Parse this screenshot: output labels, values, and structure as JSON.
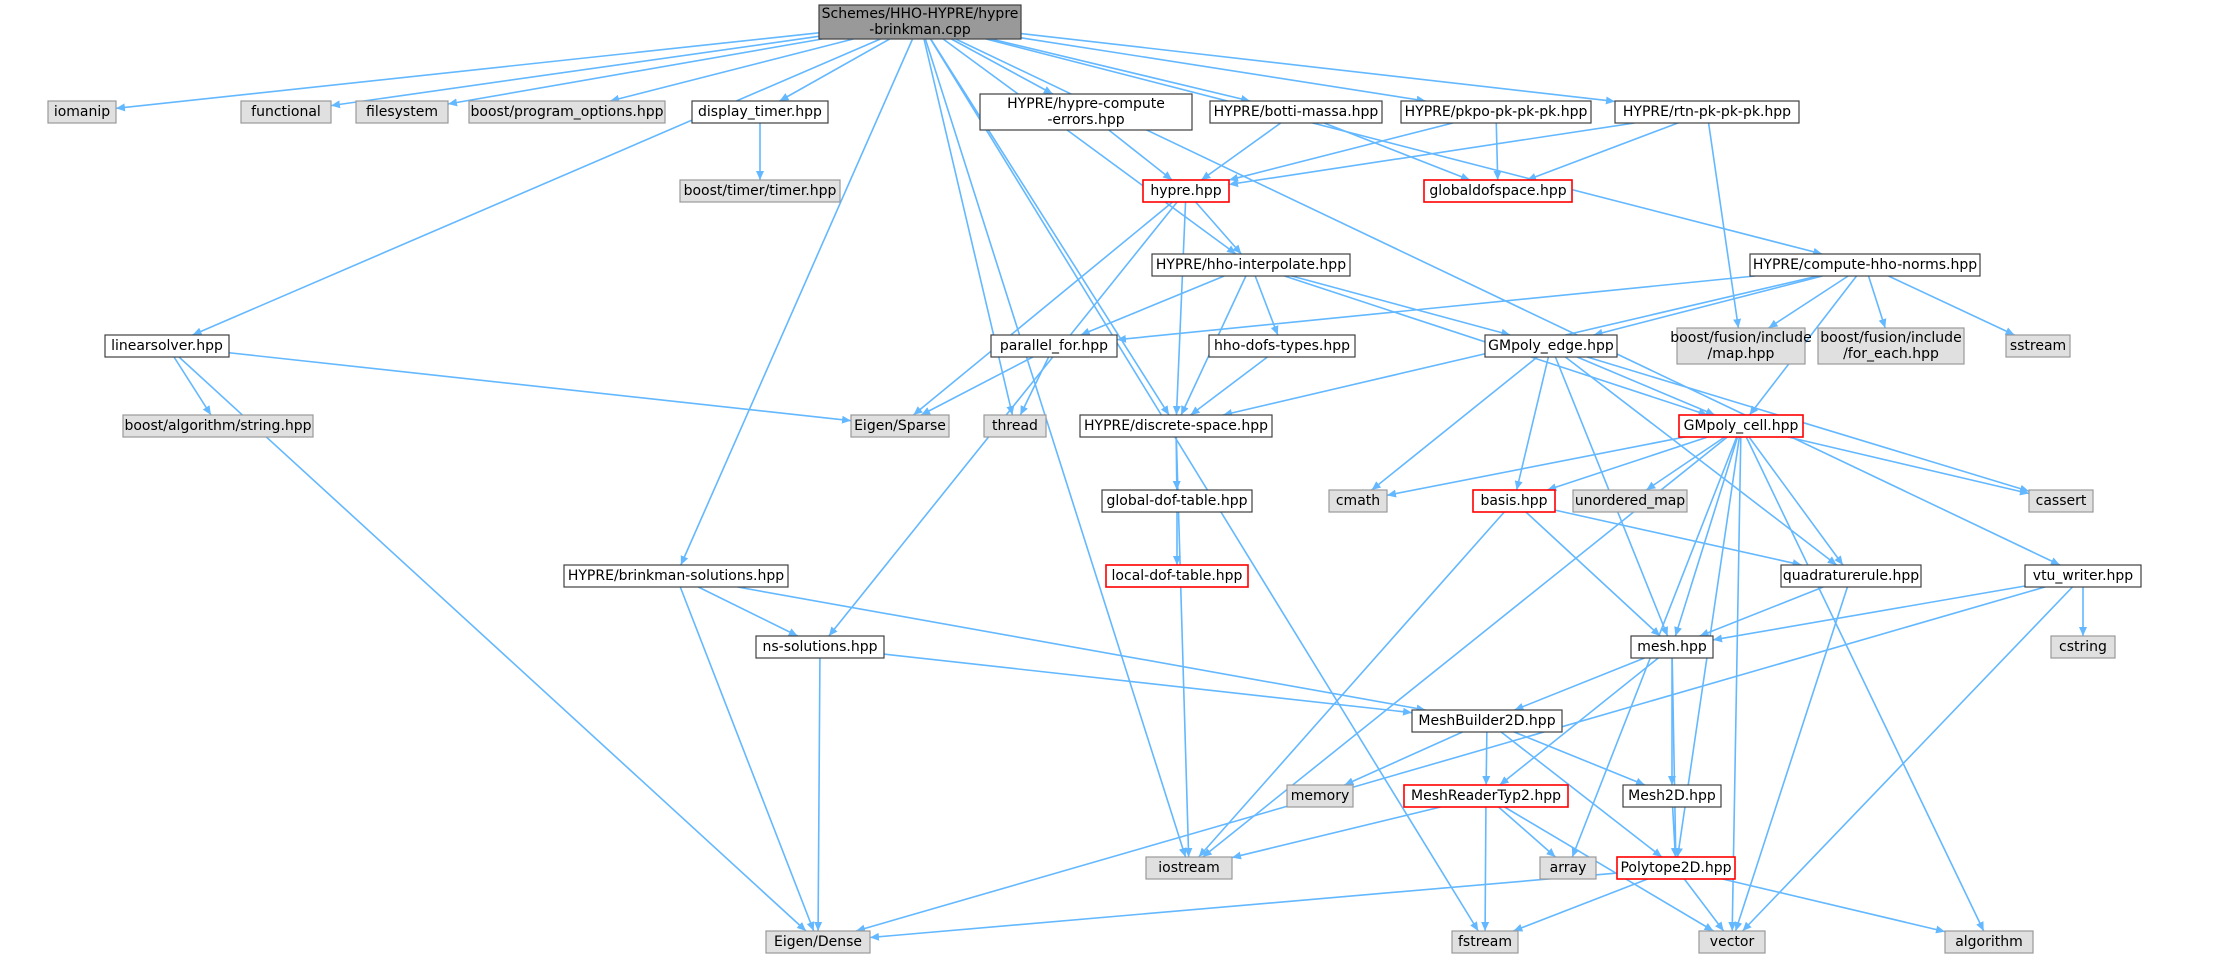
{
  "colors": {
    "edge": "#63b8ff",
    "root_fill": "#999999",
    "system_fill": "#e0e0e0",
    "system_stroke": "#999999",
    "local_stroke": "#404040",
    "trunc_stroke": "#ff0000"
  },
  "nodes": [
    {
      "id": "root",
      "lines": [
        "Schemes/HHO-HYPRE/hypre",
        "-brinkman.cpp"
      ],
      "kind": "root"
    },
    {
      "id": "iomanip",
      "lines": [
        "iomanip"
      ],
      "kind": "system"
    },
    {
      "id": "functional",
      "lines": [
        "functional"
      ],
      "kind": "system"
    },
    {
      "id": "filesystem",
      "lines": [
        "filesystem"
      ],
      "kind": "system"
    },
    {
      "id": "program_options",
      "lines": [
        "boost/program_options.hpp"
      ],
      "kind": "system"
    },
    {
      "id": "display_timer",
      "lines": [
        "display_timer.hpp"
      ],
      "kind": "local"
    },
    {
      "id": "compute_errors",
      "lines": [
        "HYPRE/hypre-compute",
        "-errors.hpp"
      ],
      "kind": "local"
    },
    {
      "id": "botti",
      "lines": [
        "HYPRE/botti-massa.hpp"
      ],
      "kind": "local"
    },
    {
      "id": "pkpo",
      "lines": [
        "HYPRE/pkpo-pk-pk-pk.hpp"
      ],
      "kind": "local"
    },
    {
      "id": "rtn",
      "lines": [
        "HYPRE/rtn-pk-pk-pk.hpp"
      ],
      "kind": "local"
    },
    {
      "id": "boost_timer",
      "lines": [
        "boost/timer/timer.hpp"
      ],
      "kind": "system"
    },
    {
      "id": "hypre",
      "lines": [
        "hypre.hpp"
      ],
      "kind": "trunc"
    },
    {
      "id": "globaldofspace",
      "lines": [
        "globaldofspace.hpp"
      ],
      "kind": "trunc"
    },
    {
      "id": "hho_interp",
      "lines": [
        "HYPRE/hho-interpolate.hpp"
      ],
      "kind": "local"
    },
    {
      "id": "compute_norms",
      "lines": [
        "HYPRE/compute-hho-norms.hpp"
      ],
      "kind": "local"
    },
    {
      "id": "linearsolver",
      "lines": [
        "linearsolver.hpp"
      ],
      "kind": "local"
    },
    {
      "id": "parallel_for",
      "lines": [
        "parallel_for.hpp"
      ],
      "kind": "local"
    },
    {
      "id": "hho_dofs_types",
      "lines": [
        "hho-dofs-types.hpp"
      ],
      "kind": "local"
    },
    {
      "id": "gmpoly_edge",
      "lines": [
        "GMpoly_edge.hpp"
      ],
      "kind": "local"
    },
    {
      "id": "fusion_map",
      "lines": [
        "boost/fusion/include",
        "/map.hpp"
      ],
      "kind": "system"
    },
    {
      "id": "fusion_foreach",
      "lines": [
        "boost/fusion/include",
        "/for_each.hpp"
      ],
      "kind": "system"
    },
    {
      "id": "sstream",
      "lines": [
        "sstream"
      ],
      "kind": "system"
    },
    {
      "id": "boost_string",
      "lines": [
        "boost/algorithm/string.hpp"
      ],
      "kind": "system"
    },
    {
      "id": "eigen_sparse",
      "lines": [
        "Eigen/Sparse"
      ],
      "kind": "system"
    },
    {
      "id": "thread",
      "lines": [
        "thread"
      ],
      "kind": "system"
    },
    {
      "id": "discrete_space",
      "lines": [
        "HYPRE/discrete-space.hpp"
      ],
      "kind": "local"
    },
    {
      "id": "gmpoly_cell",
      "lines": [
        "GMpoly_cell.hpp"
      ],
      "kind": "trunc"
    },
    {
      "id": "cmath",
      "lines": [
        "cmath"
      ],
      "kind": "system"
    },
    {
      "id": "basis",
      "lines": [
        "basis.hpp"
      ],
      "kind": "trunc"
    },
    {
      "id": "unordered_map",
      "lines": [
        "unordered_map"
      ],
      "kind": "system"
    },
    {
      "id": "cassert",
      "lines": [
        "cassert"
      ],
      "kind": "system"
    },
    {
      "id": "global_dof_table",
      "lines": [
        "global-dof-table.hpp"
      ],
      "kind": "local"
    },
    {
      "id": "local_dof_table",
      "lines": [
        "local-dof-table.hpp"
      ],
      "kind": "trunc"
    },
    {
      "id": "brinkman_solutions",
      "lines": [
        "HYPRE/brinkman-solutions.hpp"
      ],
      "kind": "local"
    },
    {
      "id": "quadraturerule",
      "lines": [
        "quadraturerule.hpp"
      ],
      "kind": "local"
    },
    {
      "id": "vtu_writer",
      "lines": [
        "vtu_writer.hpp"
      ],
      "kind": "local"
    },
    {
      "id": "ns_solutions",
      "lines": [
        "ns-solutions.hpp"
      ],
      "kind": "local"
    },
    {
      "id": "mesh",
      "lines": [
        "mesh.hpp"
      ],
      "kind": "local"
    },
    {
      "id": "cstring",
      "lines": [
        "cstring"
      ],
      "kind": "system"
    },
    {
      "id": "meshbuilder",
      "lines": [
        "MeshBuilder2D.hpp"
      ],
      "kind": "local"
    },
    {
      "id": "memory",
      "lines": [
        "memory"
      ],
      "kind": "system"
    },
    {
      "id": "meshreader",
      "lines": [
        "MeshReaderTyp2.hpp"
      ],
      "kind": "trunc"
    },
    {
      "id": "mesh2d",
      "lines": [
        "Mesh2D.hpp"
      ],
      "kind": "local"
    },
    {
      "id": "iostream",
      "lines": [
        "iostream"
      ],
      "kind": "system"
    },
    {
      "id": "array",
      "lines": [
        "array"
      ],
      "kind": "system"
    },
    {
      "id": "polytope",
      "lines": [
        "Polytope2D.hpp"
      ],
      "kind": "trunc"
    },
    {
      "id": "eigen_dense",
      "lines": [
        "Eigen/Dense"
      ],
      "kind": "system"
    },
    {
      "id": "fstream",
      "lines": [
        "fstream"
      ],
      "kind": "system"
    },
    {
      "id": "vector",
      "lines": [
        "vector"
      ],
      "kind": "system"
    },
    {
      "id": "algorithm",
      "lines": [
        "algorithm"
      ],
      "kind": "system"
    }
  ],
  "edges": [
    [
      "root",
      "iomanip"
    ],
    [
      "root",
      "functional"
    ],
    [
      "root",
      "filesystem"
    ],
    [
      "root",
      "program_options"
    ],
    [
      "root",
      "display_timer"
    ],
    [
      "root",
      "compute_errors"
    ],
    [
      "root",
      "botti"
    ],
    [
      "root",
      "pkpo"
    ],
    [
      "root",
      "rtn"
    ],
    [
      "root",
      "linearsolver"
    ],
    [
      "root",
      "hho_interp"
    ],
    [
      "root",
      "compute_norms"
    ],
    [
      "root",
      "vtu_writer"
    ],
    [
      "root",
      "brinkman_solutions"
    ],
    [
      "root",
      "thread"
    ],
    [
      "root",
      "iostream"
    ],
    [
      "root",
      "discrete_space"
    ],
    [
      "root",
      "fstream"
    ],
    [
      "display_timer",
      "boost_timer"
    ],
    [
      "compute_errors",
      "hypre"
    ],
    [
      "botti",
      "hypre"
    ],
    [
      "botti",
      "globaldofspace"
    ],
    [
      "pkpo",
      "hypre"
    ],
    [
      "pkpo",
      "globaldofspace"
    ],
    [
      "rtn",
      "hypre"
    ],
    [
      "rtn",
      "globaldofspace"
    ],
    [
      "rtn",
      "fusion_map"
    ],
    [
      "hypre",
      "hho_interp"
    ],
    [
      "hypre",
      "eigen_sparse"
    ],
    [
      "hypre",
      "discrete_space"
    ],
    [
      "hypre",
      "ns_solutions"
    ],
    [
      "hho_interp",
      "parallel_for"
    ],
    [
      "hho_interp",
      "hho_dofs_types"
    ],
    [
      "hho_interp",
      "gmpoly_edge"
    ],
    [
      "hho_interp",
      "discrete_space"
    ],
    [
      "hho_interp",
      "gmpoly_cell"
    ],
    [
      "compute_norms",
      "parallel_for"
    ],
    [
      "compute_norms",
      "gmpoly_edge"
    ],
    [
      "compute_norms",
      "fusion_map"
    ],
    [
      "compute_norms",
      "fusion_foreach"
    ],
    [
      "compute_norms",
      "sstream"
    ],
    [
      "compute_norms",
      "gmpoly_cell"
    ],
    [
      "compute_norms",
      "discrete_space"
    ],
    [
      "linearsolver",
      "boost_string"
    ],
    [
      "linearsolver",
      "eigen_sparse"
    ],
    [
      "linearsolver",
      "eigen_dense"
    ],
    [
      "parallel_for",
      "eigen_sparse"
    ],
    [
      "parallel_for",
      "thread"
    ],
    [
      "hho_dofs_types",
      "discrete_space"
    ],
    [
      "gmpoly_edge",
      "gmpoly_cell"
    ],
    [
      "gmpoly_edge",
      "cmath"
    ],
    [
      "gmpoly_edge",
      "basis"
    ],
    [
      "gmpoly_edge",
      "cassert"
    ],
    [
      "gmpoly_edge",
      "mesh"
    ],
    [
      "gmpoly_edge",
      "quadraturerule"
    ],
    [
      "discrete_space",
      "global_dof_table"
    ],
    [
      "discrete_space",
      "iostream"
    ],
    [
      "global_dof_table",
      "local_dof_table"
    ],
    [
      "gmpoly_cell",
      "cmath"
    ],
    [
      "gmpoly_cell",
      "basis"
    ],
    [
      "gmpoly_cell",
      "unordered_map"
    ],
    [
      "gmpoly_cell",
      "cassert"
    ],
    [
      "gmpoly_cell",
      "quadraturerule"
    ],
    [
      "gmpoly_cell",
      "mesh"
    ],
    [
      "gmpoly_cell",
      "iostream"
    ],
    [
      "gmpoly_cell",
      "array"
    ],
    [
      "gmpoly_cell",
      "vector"
    ],
    [
      "gmpoly_cell",
      "algorithm"
    ],
    [
      "gmpoly_cell",
      "polytope"
    ],
    [
      "basis",
      "quadraturerule"
    ],
    [
      "basis",
      "mesh"
    ],
    [
      "basis",
      "iostream"
    ],
    [
      "quadraturerule",
      "mesh"
    ],
    [
      "quadraturerule",
      "vector"
    ],
    [
      "vtu_writer",
      "mesh"
    ],
    [
      "vtu_writer",
      "cstring"
    ],
    [
      "vtu_writer",
      "vector"
    ],
    [
      "vtu_writer",
      "eigen_dense"
    ],
    [
      "brinkman_solutions",
      "ns_solutions"
    ],
    [
      "brinkman_solutions",
      "meshbuilder"
    ],
    [
      "brinkman_solutions",
      "eigen_dense"
    ],
    [
      "ns_solutions",
      "meshbuilder"
    ],
    [
      "ns_solutions",
      "eigen_dense"
    ],
    [
      "mesh",
      "meshbuilder"
    ],
    [
      "mesh",
      "meshreader"
    ],
    [
      "mesh",
      "mesh2d"
    ],
    [
      "mesh",
      "polytope"
    ],
    [
      "meshbuilder",
      "memory"
    ],
    [
      "meshbuilder",
      "meshreader"
    ],
    [
      "meshbuilder",
      "mesh2d"
    ],
    [
      "meshbuilder",
      "polytope"
    ],
    [
      "meshreader",
      "iostream"
    ],
    [
      "meshreader",
      "array"
    ],
    [
      "meshreader",
      "fstream"
    ],
    [
      "meshreader",
      "vector"
    ],
    [
      "mesh2d",
      "polytope"
    ],
    [
      "polytope",
      "eigen_dense"
    ],
    [
      "polytope",
      "fstream"
    ],
    [
      "polytope",
      "vector"
    ],
    [
      "polytope",
      "algorithm"
    ]
  ]
}
